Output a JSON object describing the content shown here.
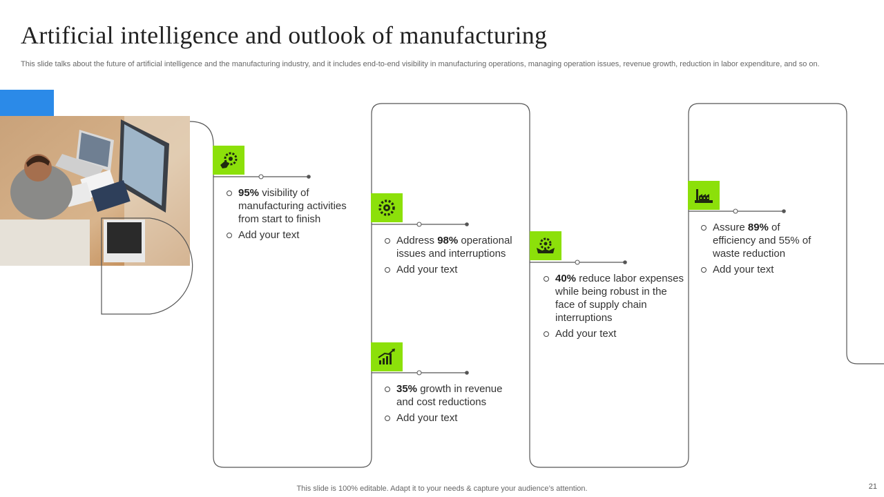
{
  "title": "Artificial intelligence and outlook of manufacturing",
  "subtitle": "This slide talks about the future of artificial intelligence and the manufacturing industry, and it includes end-to-end visibility in manufacturing operations, managing operation issues, revenue growth, reduction in labor expenditure, and so on.",
  "colors": {
    "accent_green": "#8ce00a",
    "accent_blue": "#2b8ae8",
    "line": "#555555"
  },
  "items": [
    {
      "icon": "gear-hand-icon",
      "highlight": "95%",
      "rest": " visibility of manufacturing activities from start to finish",
      "secondary": "Add your text"
    },
    {
      "icon": "gear-brain-icon",
      "prefix": "Address ",
      "highlight": "98%",
      "rest": " operational issues and interruptions",
      "secondary": "Add your text"
    },
    {
      "icon": "growth-chart-icon",
      "highlight": "35%",
      "rest": " growth in revenue and cost reductions",
      "secondary": "Add your text"
    },
    {
      "icon": "gear-hands-icon",
      "highlight": "40%",
      "rest": " reduce labor expenses while being robust in the face of supply chain interruptions",
      "secondary": "Add your text"
    },
    {
      "icon": "factory-icon",
      "prefix": "Assure ",
      "highlight": "89%",
      "rest": " of efficiency and 55% of waste reduction",
      "secondary": "Add your text"
    }
  ],
  "footer": "This slide is 100% editable. Adapt it to your needs & capture your audience’s attention.",
  "page_number": "21"
}
